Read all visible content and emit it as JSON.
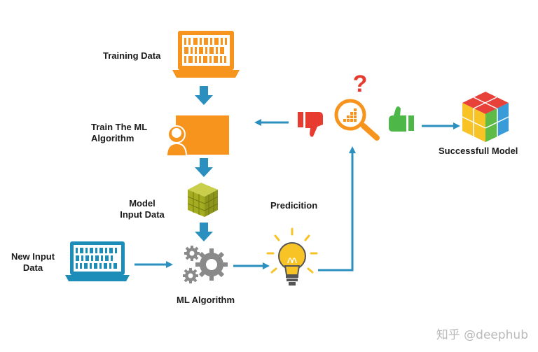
{
  "diagram": {
    "labels": {
      "training_data": "Training Data",
      "train_ml_line1": "Train The  ML",
      "train_ml_line2": "Algorithm",
      "model_input_line1": "Model",
      "model_input_line2": "Input Data",
      "new_input_line1": "New Input",
      "new_input_line2": "Data",
      "ml_algorithm": "ML  Algorithm",
      "prediction": "Predicition",
      "successful_model": "Successfull Model"
    },
    "watermark": "知乎 @deephub",
    "colors": {
      "orange": "#f7941d",
      "arrow_blue": "#2b8fc0",
      "teal": "#1b8db8",
      "gear_gray": "#8a8a8a",
      "bulb_yellow": "#f7c325",
      "thumb_red": "#e63b2e",
      "thumb_green": "#4db748",
      "cube_red": "#e8413a",
      "cube_yellow": "#f7c325",
      "cube_blue": "#3a9bd9",
      "cube_green": "#5dbb46",
      "question_red": "#e63b2e",
      "matrix_olive": "#a4ad1f"
    },
    "icons": [
      "training-laptop-icon",
      "trainer-icon",
      "data-cube-icon",
      "input-laptop-icon",
      "gears-icon",
      "lightbulb-icon",
      "magnifier-icon",
      "question-mark-icon",
      "thumbs-down-icon",
      "thumbs-up-icon",
      "rubik-cube-icon"
    ]
  }
}
